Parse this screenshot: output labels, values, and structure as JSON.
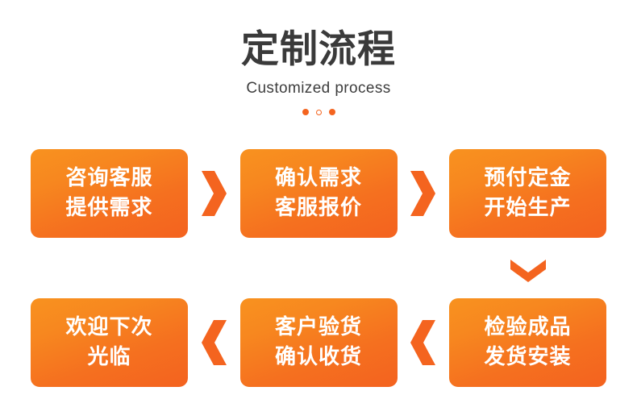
{
  "header": {
    "title": "定制流程",
    "subtitle": "Customized process",
    "dots": [
      {
        "style": "filled"
      },
      {
        "style": "hollow"
      },
      {
        "style": "filled"
      }
    ]
  },
  "colors": {
    "accent": "#f4641f",
    "accent_light": "#f8921f",
    "title_text": "#3a3a3a",
    "box_text": "#ffffff",
    "background": "#ffffff"
  },
  "flow": {
    "row_top": {
      "steps": [
        {
          "line1": "咨询客服",
          "line2": "提供需求"
        },
        {
          "line1": "确认需求",
          "line2": "客服报价"
        },
        {
          "line1": "预付定金",
          "line2": "开始生产"
        }
      ],
      "connectors": [
        {
          "icon": "chevron-right-icon"
        },
        {
          "icon": "chevron-right-icon"
        }
      ]
    },
    "row_turn": {
      "connector": {
        "icon": "chevron-down-icon"
      }
    },
    "row_bottom": {
      "steps": [
        {
          "line1": "欢迎下次",
          "line2": "光临"
        },
        {
          "line1": "客户验货",
          "line2": "确认收货"
        },
        {
          "line1": "检验成品",
          "line2": "发货安装"
        }
      ],
      "connectors": [
        {
          "icon": "chevron-left-icon"
        },
        {
          "icon": "chevron-left-icon"
        }
      ]
    }
  }
}
